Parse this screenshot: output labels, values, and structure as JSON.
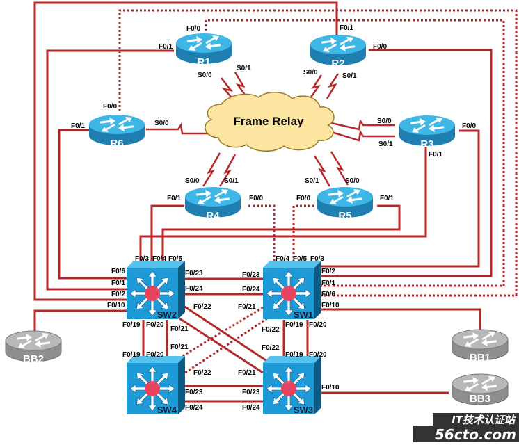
{
  "colors": {
    "link": "#b5282a",
    "router_top": "#3fb7e6",
    "router_side": "#1f7fb0",
    "switch_face": "#1e9bd7",
    "switch_side": "#0d5a85",
    "switch_hub": "#e8425f",
    "backbone_router": "#a9a9a9",
    "cloud_fill": "#fbe5a0",
    "cloud_stroke": "#9a7a2a"
  },
  "cloud": {
    "label": "Frame Relay"
  },
  "routers": [
    {
      "name": "R1",
      "ports": [
        "F0/0",
        "F0/1",
        "S0/0",
        "S0/1"
      ]
    },
    {
      "name": "R2",
      "ports": [
        "F0/1",
        "F0/0",
        "S0/0",
        "S0/1"
      ]
    },
    {
      "name": "R3",
      "ports": [
        "S0/0",
        "S0/1",
        "F0/0",
        "F0/1"
      ]
    },
    {
      "name": "R4",
      "ports": [
        "S0/0",
        "S0/1",
        "F0/1",
        "F0/0"
      ]
    },
    {
      "name": "R5",
      "ports": [
        "S0/1",
        "S0/0",
        "F0/0",
        "F0/1"
      ]
    },
    {
      "name": "R6",
      "ports": [
        "F0/0",
        "F0/1",
        "S0/0"
      ]
    }
  ],
  "backbone_routers": [
    {
      "name": "BB1"
    },
    {
      "name": "BB2"
    },
    {
      "name": "BB3"
    }
  ],
  "switches": [
    {
      "name": "SW1"
    },
    {
      "name": "SW2"
    },
    {
      "name": "SW3"
    },
    {
      "name": "SW4"
    }
  ],
  "labels": {
    "r1_f00": "F0/0",
    "r1_f01": "F0/1",
    "r1_s00": "S0/0",
    "r1_s01": "S0/1",
    "r2_f01": "F0/1",
    "r2_f00": "F0/0",
    "r2_s00": "S0/0",
    "r2_s01": "S0/1",
    "r6_f00": "F0/0",
    "r6_f01": "F0/1",
    "r6_s00": "S0/0",
    "r3_s00": "S0/0",
    "r3_s01": "S0/1",
    "r3_f00": "F0/0",
    "r3_f01": "F0/1",
    "r4_s00": "S0/0",
    "r4_s01": "S0/1",
    "r4_f01": "F0/1",
    "r4_f00": "F0/0",
    "r5_s01": "S0/1",
    "r5_s00": "S0/0",
    "r5_f00": "F0/0",
    "r5_f01": "F0/1",
    "sw2_f03": "F0/3",
    "sw2_f04": "F0/4",
    "sw2_f05": "F0/5",
    "sw2_f06": "F0/6",
    "sw2_f01": "F0/1",
    "sw2_f02": "F0/2",
    "sw2_f010": "F0/10",
    "sw2_f023": "F0/23",
    "sw2_f024": "F0/24",
    "sw2_f022": "F0/22",
    "sw2_f021": "F0/21",
    "sw2_f019": "F0/19",
    "sw2_f020": "F0/20",
    "sw1_f04": "F0/4",
    "sw1_f05": "F0/5",
    "sw1_f03": "F0/3",
    "sw1_f02": "F0/2",
    "sw1_f01": "F0/1",
    "sw1_f06": "F0/6",
    "sw1_f010": "F0/10",
    "sw1_f023": "F0/23",
    "sw1_f024": "F0/24",
    "sw1_f021": "F0/21",
    "sw1_f022": "F0/22",
    "sw1_f019": "F0/19",
    "sw1_f020": "F0/20",
    "sw4_f019": "F0/19",
    "sw4_f020": "F0/20",
    "sw4_f021": "F0/21",
    "sw4_f022": "F0/22",
    "sw4_f023": "F0/23",
    "sw4_f024": "F0/24",
    "sw3_f019": "F0/19",
    "sw3_f020": "F0/20",
    "sw3_f021": "F0/21",
    "sw3_f022": "F0/22",
    "sw3_f023": "F0/23",
    "sw3_f024": "F0/24",
    "sw3_f010": "F0/10",
    "sw1_to_sw3_f022": "F0/22"
  },
  "watermark": {
    "line1": "IT技术认证站",
    "line2": "56cto.com"
  }
}
